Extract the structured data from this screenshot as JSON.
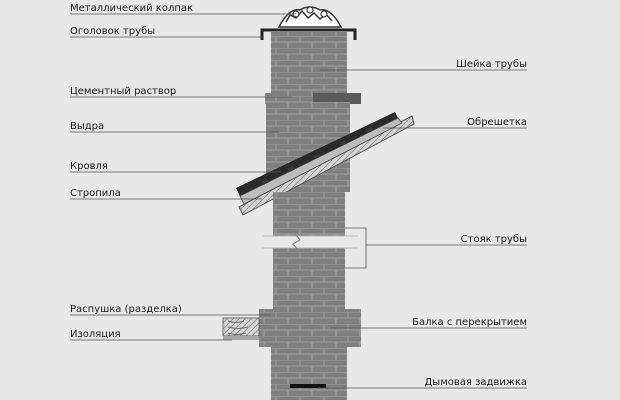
{
  "labels": {
    "cap": "Металлический колпак",
    "head": "Оголовок трубы",
    "mortar": "Цементный раствор",
    "otter": "Выдра",
    "roof": "Кровля",
    "rafter": "Стропила",
    "pushka": "Распушка (разделка)",
    "insulation": "Изоляция",
    "neck": "Шейка трубы",
    "batten": "Обрешетка",
    "riser": "Стояк трубы",
    "beam": "Балка с перекрытием",
    "damper": "Дымовая задвижка"
  },
  "colors": {
    "background": "#e8e8e8",
    "brick": "#7f7f7f",
    "mortar_line": "#9c9c9c",
    "roof": "#2d2d2d",
    "text": "#1a1a1a"
  }
}
